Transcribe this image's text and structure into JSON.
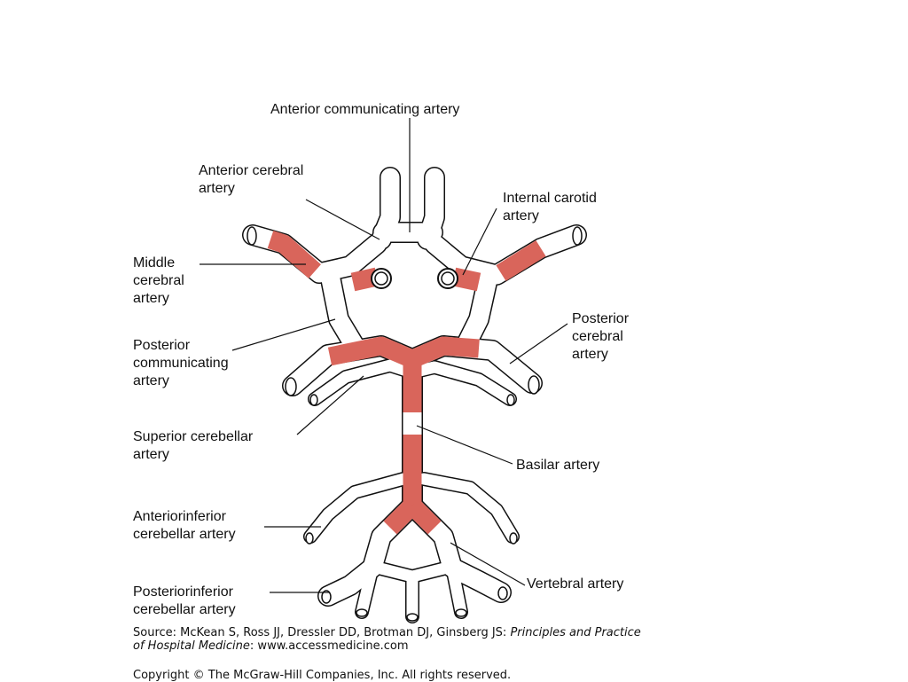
{
  "labels": {
    "anterior_communicating": "Anterior communicating artery",
    "anterior_cerebral_1": "Anterior cerebral",
    "anterior_cerebral_2": "artery",
    "internal_carotid_1": "Internal carotid",
    "internal_carotid_2": "artery",
    "middle_cerebral_1": "Middle",
    "middle_cerebral_2": "cerebral",
    "middle_cerebral_3": "artery",
    "posterior_cerebral_1": "Posterior",
    "posterior_cerebral_2": "cerebral",
    "posterior_cerebral_3": "artery",
    "posterior_communicating_1": "Posterior",
    "posterior_communicating_2": "communicating",
    "posterior_communicating_3": "artery",
    "superior_cerebellar_1": "Superior cerebellar",
    "superior_cerebellar_2": "artery",
    "basilar": "Basilar artery",
    "anteriorinferior_1": "Anteriorinferior",
    "anteriorinferior_2": "cerebellar artery",
    "vertebral": "Vertebral artery",
    "posteriorinferior_1": "Posteriorinferior",
    "posteriorinferior_2": "cerebellar artery"
  },
  "source": {
    "prefix": "Source: McKean S, Ross JJ, Dressler DD, Brotman DJ, Ginsberg JS: ",
    "title_1": "Principles and Practice",
    "title_2": "of Hospital Medicine",
    "suffix": ": www.accessmedicine.com"
  },
  "copyright": "Copyright © The McGraw-Hill Companies, Inc. All rights reserved.",
  "colors": {
    "shaded_vessel": "#d9655b",
    "outline": "#111111"
  }
}
